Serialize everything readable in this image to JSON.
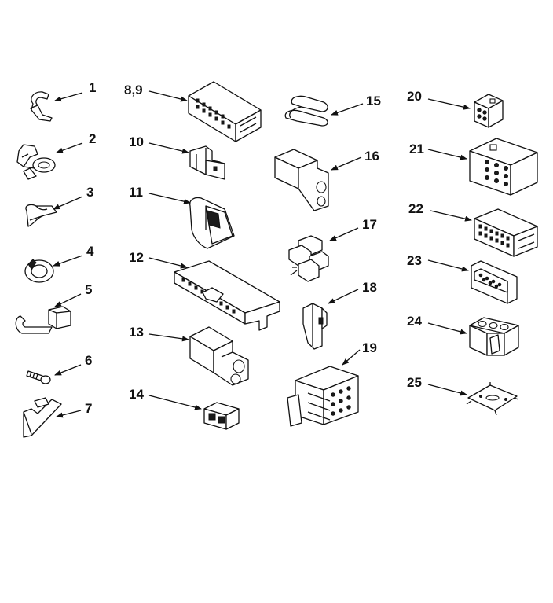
{
  "parts": [
    {
      "id": "1",
      "label": "1"
    },
    {
      "id": "2",
      "label": "2"
    },
    {
      "id": "3",
      "label": "3"
    },
    {
      "id": "4",
      "label": "4"
    },
    {
      "id": "5",
      "label": "5"
    },
    {
      "id": "6",
      "label": "6"
    },
    {
      "id": "7",
      "label": "7"
    },
    {
      "id": "8-9",
      "label": "8,9"
    },
    {
      "id": "10",
      "label": "10"
    },
    {
      "id": "11",
      "label": "11"
    },
    {
      "id": "12",
      "label": "12"
    },
    {
      "id": "13",
      "label": "13"
    },
    {
      "id": "14",
      "label": "14"
    },
    {
      "id": "15",
      "label": "15"
    },
    {
      "id": "16",
      "label": "16"
    },
    {
      "id": "17",
      "label": "17"
    },
    {
      "id": "18",
      "label": "18"
    },
    {
      "id": "19",
      "label": "19"
    },
    {
      "id": "20",
      "label": "20"
    },
    {
      "id": "21",
      "label": "21"
    },
    {
      "id": "22",
      "label": "22"
    },
    {
      "id": "23",
      "label": "23"
    },
    {
      "id": "24",
      "label": "24"
    },
    {
      "id": "25",
      "label": "25"
    }
  ]
}
